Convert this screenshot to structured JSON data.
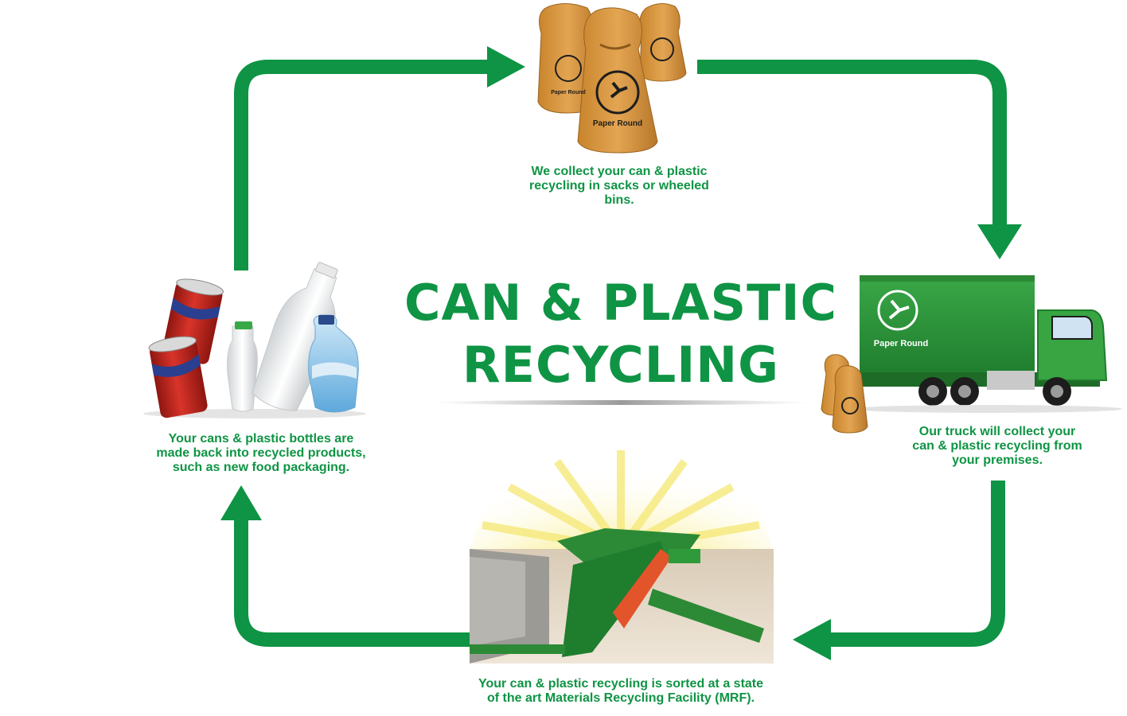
{
  "title": {
    "line1": "CAN & PLASTIC",
    "line2": "RECYCLING"
  },
  "brand": "Paper Round",
  "steps": [
    {
      "id": "collect",
      "text": "We collect your can & plastic\nrecycling in sacks or wheeled\nbins."
    },
    {
      "id": "truck",
      "text": "Our truck will collect your\ncan & plastic recycling from\nyour premises."
    },
    {
      "id": "sort",
      "text": "Your can & plastic recycling is sorted at a state\nof the art Materials Recycling Facility (MRF)."
    },
    {
      "id": "reuse",
      "text": "Your cans & plastic bottles are\nmade back into recycled products,\nsuch as new food packaging."
    }
  ],
  "colors": {
    "green": "#0e9444",
    "sack": "#d99a3e",
    "truck": "#2f9a3a",
    "can_red": "#c8261c"
  },
  "icons": [
    "sack-icon",
    "truck-icon",
    "facility-icon",
    "cans-bottles-icon",
    "arrow-icon"
  ]
}
